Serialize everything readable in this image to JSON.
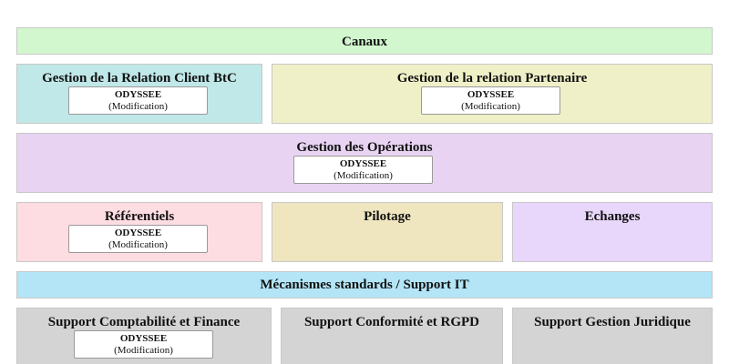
{
  "blocks": {
    "canaux": {
      "title": "Canaux",
      "color": "#d2f7cf"
    },
    "grc": {
      "title": "Gestion de la Relation Client BtC",
      "color": "#c0e8e8",
      "app": {
        "name": "ODYSSEE",
        "status": "(Modification)"
      }
    },
    "grp": {
      "title": "Gestion de la relation Partenaire",
      "color": "#f0f0c8",
      "app": {
        "name": "ODYSSEE",
        "status": "(Modification)"
      }
    },
    "operations": {
      "title": "Gestion des Opérations",
      "color": "#e8d4f2",
      "app": {
        "name": "ODYSSEE",
        "status": "(Modification)"
      }
    },
    "referentiels": {
      "title": "Référentiels",
      "color": "#fedde2",
      "app": {
        "name": "ODYSSEE",
        "status": "(Modification)"
      }
    },
    "pilotage": {
      "title": "Pilotage",
      "color": "#efe6c0"
    },
    "echanges": {
      "title": "Echanges",
      "color": "#e8d6fb"
    },
    "mecanismes": {
      "title": "Mécanismes standards / Support IT",
      "color": "#b3e5f7"
    },
    "comptabilite": {
      "title": "Support Comptabilité et Finance",
      "color": "#d4d4d4",
      "app": {
        "name": "ODYSSEE",
        "status": "(Modification)"
      }
    },
    "conformite": {
      "title": "Support Conformité et RGPD",
      "color": "#d4d4d4"
    },
    "juridique": {
      "title": "Support Gestion Juridique",
      "color": "#d4d4d4"
    }
  }
}
